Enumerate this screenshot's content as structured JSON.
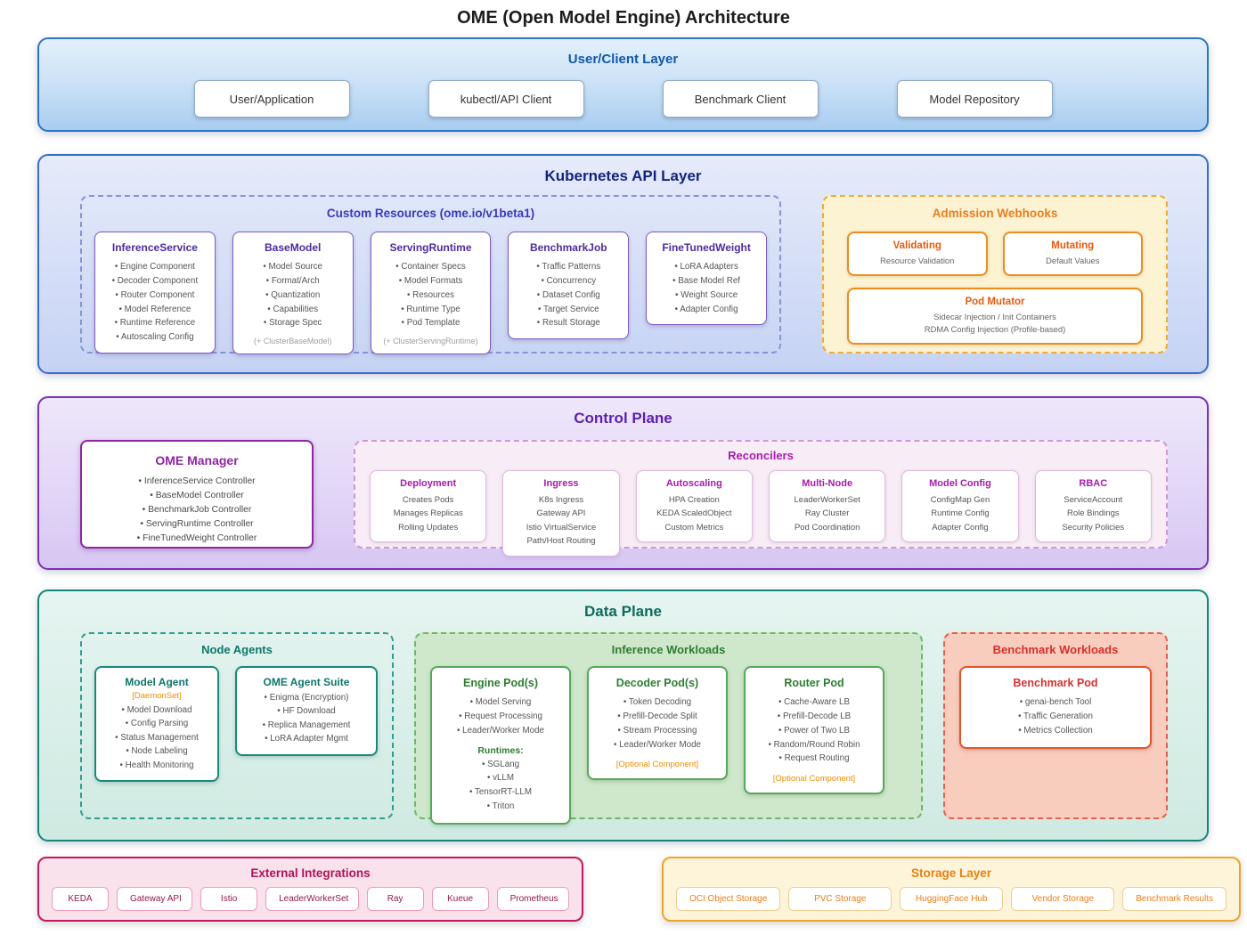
{
  "title": "OME (Open Model Engine) Architecture",
  "user_client_layer": {
    "title": "User/Client Layer",
    "boxes": [
      "User/Application",
      "kubectl/API Client",
      "Benchmark Client",
      "Model Repository"
    ]
  },
  "kubernetes_api_layer": {
    "title": "Kubernetes API Layer",
    "custom_resources": {
      "title": "Custom Resources (ome.io/v1beta1)",
      "cards": [
        {
          "name": "InferenceService",
          "items": [
            "Engine Component",
            "Decoder Component",
            "Router Component",
            "Model Reference",
            "Runtime Reference",
            "Autoscaling Config"
          ]
        },
        {
          "name": "BaseModel",
          "items": [
            "Model Source",
            "Format/Arch",
            "Quantization",
            "Capabilities",
            "Storage Spec"
          ],
          "note": "(+ ClusterBaseModel)"
        },
        {
          "name": "ServingRuntime",
          "items": [
            "Container Specs",
            "Model Formats",
            "Resources",
            "Runtime Type",
            "Pod Template"
          ],
          "note": "(+ ClusterServingRuntime)"
        },
        {
          "name": "BenchmarkJob",
          "items": [
            "Traffic Patterns",
            "Concurrency",
            "Dataset Config",
            "Target Service",
            "Result Storage"
          ]
        },
        {
          "name": "FineTunedWeight",
          "items": [
            "LoRA Adapters",
            "Base Model Ref",
            "Weight Source",
            "Adapter Config"
          ]
        }
      ]
    },
    "admission_webhooks": {
      "title": "Admission Webhooks",
      "validating": {
        "name": "Validating",
        "items": [
          "Resource Validation"
        ]
      },
      "mutating": {
        "name": "Mutating",
        "items": [
          "Default Values"
        ]
      },
      "pod_mutator": {
        "name": "Pod Mutator",
        "items": [
          "Sidecar Injection / Init Containers",
          "RDMA Config Injection (Profile-based)"
        ]
      }
    }
  },
  "control_plane": {
    "title": "Control Plane",
    "ome_manager": {
      "title": "OME Manager",
      "items": [
        "InferenceService Controller",
        "BaseModel Controller",
        "BenchmarkJob Controller",
        "ServingRuntime Controller",
        "FineTunedWeight Controller"
      ]
    },
    "reconcilers": {
      "title": "Reconcilers",
      "cards": [
        {
          "name": "Deployment",
          "items": [
            "Creates Pods",
            "Manages Replicas",
            "Rolling Updates"
          ]
        },
        {
          "name": "Ingress",
          "items": [
            "K8s Ingress",
            "Gateway API",
            "Istio VirtualService",
            "Path/Host Routing"
          ]
        },
        {
          "name": "Autoscaling",
          "items": [
            "HPA Creation",
            "KEDA ScaledObject",
            "Custom Metrics"
          ]
        },
        {
          "name": "Multi-Node",
          "items": [
            "LeaderWorkerSet",
            "Ray Cluster",
            "Pod Coordination"
          ]
        },
        {
          "name": "Model Config",
          "items": [
            "ConfigMap Gen",
            "Runtime Config",
            "Adapter Config"
          ]
        },
        {
          "name": "RBAC",
          "items": [
            "ServiceAccount",
            "Role Bindings",
            "Security Policies"
          ]
        }
      ]
    }
  },
  "data_plane": {
    "title": "Data Plane",
    "node_agents": {
      "title": "Node Agents",
      "model_agent": {
        "title": "Model Agent",
        "tag": "[DaemonSet]",
        "items": [
          "Model Download",
          "Config Parsing",
          "Status Management",
          "Node Labeling",
          "Health Monitoring"
        ]
      },
      "ome_agent_suite": {
        "title": "OME Agent Suite",
        "items": [
          "Enigma (Encryption)",
          "HF Download",
          "Replica Management",
          "LoRA Adapter Mgmt"
        ]
      }
    },
    "inference_workloads": {
      "title": "Inference Workloads",
      "engine_pod": {
        "title": "Engine Pod(s)",
        "items": [
          "Model Serving",
          "Request Processing",
          "Leader/Worker Mode"
        ],
        "runtimes_label": "Runtimes:",
        "runtimes": [
          "SGLang",
          "vLLM",
          "TensorRT-LLM",
          "Triton"
        ]
      },
      "decoder_pod": {
        "title": "Decoder Pod(s)",
        "items": [
          "Token Decoding",
          "Prefill-Decode Split",
          "Stream Processing",
          "Leader/Worker Mode"
        ],
        "tag": "[Optional Component]"
      },
      "router_pod": {
        "title": "Router Pod",
        "items": [
          "Cache-Aware LB",
          "Prefill-Decode LB",
          "Power of Two LB",
          "Random/Round Robin",
          "Request Routing"
        ],
        "tag": "[Optional Component]"
      }
    },
    "benchmark_workloads": {
      "title": "Benchmark Workloads",
      "benchmark_pod": {
        "title": "Benchmark Pod",
        "items": [
          "genai-bench Tool",
          "Traffic Generation",
          "Metrics Collection"
        ]
      }
    }
  },
  "external_integrations": {
    "title": "External Integrations",
    "chips": [
      "KEDA",
      "Gateway API",
      "Istio",
      "LeaderWorkerSet",
      "Ray",
      "Kueue",
      "Prometheus"
    ]
  },
  "storage_layer": {
    "title": "Storage Layer",
    "chips": [
      "OCI Object Storage",
      "PVC Storage",
      "HuggingFace Hub",
      "Vendor Storage",
      "Benchmark Results"
    ]
  },
  "colors": {
    "user_layer_border": "#2b74c8",
    "k8s_layer_border": "#3a6bd0",
    "control_layer_border": "#7d2fb5",
    "data_layer_border": "#148577",
    "admission_accent": "#e8590c",
    "external_accent": "#ad1457",
    "storage_accent": "#e8800f",
    "optional_tag": "#f08c00"
  }
}
